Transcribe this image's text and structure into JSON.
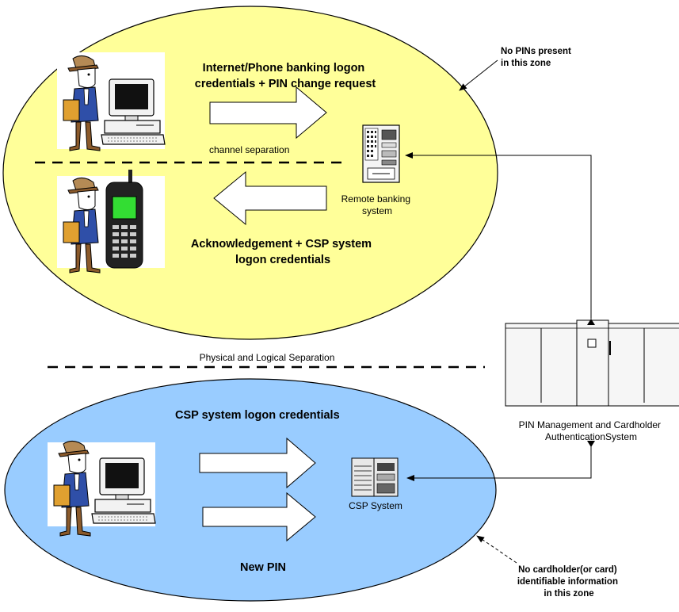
{
  "top_zone": {
    "request_label_line1": "Internet/Phone banking logon",
    "request_label_line2": "credentials + PIN change request",
    "channel_separation": "channel separation",
    "ack_label_line1": "Acknowledgement + CSP system",
    "ack_label_line2": "logon credentials",
    "remote_banking_line1": "Remote banking",
    "remote_banking_line2": "system",
    "fill_color": "#ffff99"
  },
  "zone_note_top": {
    "line1": "No PINs present",
    "line2": "in this zone"
  },
  "separator_label": "Physical and Logical Separation",
  "pin_system": {
    "line1": "PIN Management and Cardholder",
    "line2": "AuthenticationSystem"
  },
  "bottom_zone": {
    "logon_label": "CSP system logon credentials",
    "new_pin_label": "New PIN",
    "csp_system_label": "CSP System",
    "fill_color": "#99ccff"
  },
  "zone_note_bottom": {
    "line1": "No cardholder(or card)",
    "line2": "identifiable information",
    "line3": "in this zone"
  },
  "icons": [
    "person-icon",
    "desktop-computer-icon",
    "mobile-phone-icon",
    "atm-terminal-icon",
    "mainframe-server-icon",
    "csp-server-icon"
  ]
}
